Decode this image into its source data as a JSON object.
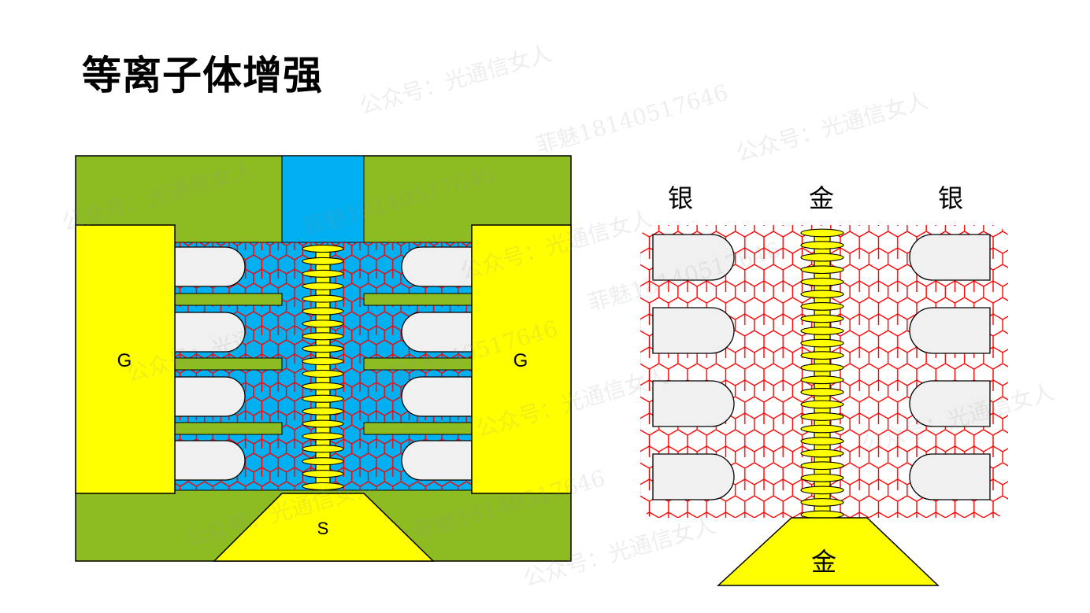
{
  "title": "等离子体增强",
  "left": {
    "gate_label_left": "G",
    "gate_label_right": "G",
    "source_label": "S"
  },
  "right": {
    "label_left": "银",
    "label_center": "金",
    "label_right": "银",
    "base_label": "金"
  },
  "watermarks": {
    "account": "公众号：光通信女人",
    "contact": "菲魅18140517646"
  },
  "colors": {
    "gate": "#ffff00",
    "outer": "#8dbb22",
    "channel": "#00b0f0",
    "mesh": "#ff0000",
    "pad": "#f0f0f0",
    "outline": "#000000"
  }
}
